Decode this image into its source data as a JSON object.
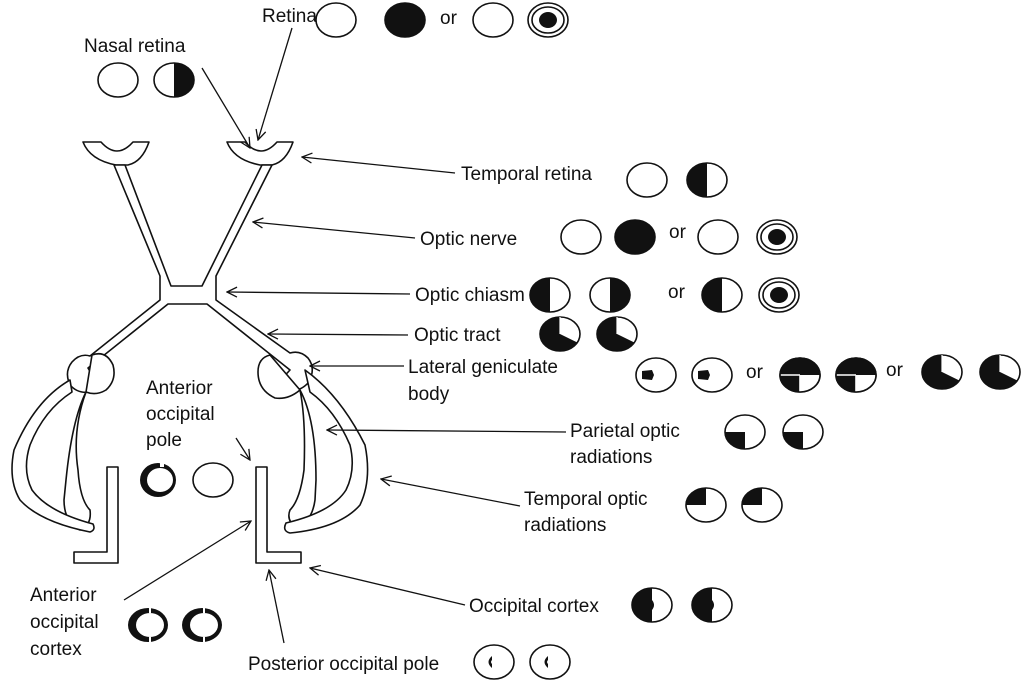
{
  "diagram": {
    "title": "Visual pathway lesions and corresponding visual field defects",
    "connector_word": "or",
    "labels": {
      "retina": "Retina",
      "nasal_retina": "Nasal retina",
      "temporal_retina": "Temporal retina",
      "optic_nerve": "Optic nerve",
      "optic_chiasm": "Optic chiasm",
      "optic_tract": "Optic tract",
      "lgb_1": "Lateral geniculate",
      "lgb_2": "body",
      "anterior_pole_1": "Anterior",
      "anterior_pole_2": "occipital",
      "anterior_pole_3": "pole",
      "parietal_1": "Parietal optic",
      "parietal_2": "radiations",
      "temporal_rad_1": "Temporal optic",
      "temporal_rad_2": "radiations",
      "anterior_cortex_1": "Anterior",
      "anterior_cortex_2": "occipital",
      "anterior_cortex_3": "cortex",
      "occipital_cortex": "Occipital cortex",
      "posterior_pole": "Posterior occipital pole"
    },
    "field_defects": [
      {
        "site": "Retina",
        "options": [
          [
            "normal",
            "total-loss"
          ],
          [
            "normal",
            "central-scotoma"
          ]
        ]
      },
      {
        "site": "Nasal retina",
        "options": [
          [
            "normal",
            "temporal-hemianopia-right"
          ]
        ]
      },
      {
        "site": "Temporal retina",
        "options": [
          [
            "normal",
            "nasal-hemianopia-left"
          ]
        ]
      },
      {
        "site": "Optic nerve",
        "options": [
          [
            "normal",
            "total-loss"
          ],
          [
            "normal",
            "central-scotoma"
          ]
        ]
      },
      {
        "site": "Optic chiasm",
        "options": [
          [
            "bitemporal-left",
            "bitemporal-right"
          ],
          [
            "left-half",
            "central-scotoma"
          ]
        ]
      },
      {
        "site": "Optic tract",
        "options": [
          [
            "incongruous-homonymous",
            "incongruous-homonymous"
          ]
        ]
      },
      {
        "site": "Lateral geniculate body",
        "options": [
          [
            "wedge",
            "wedge"
          ],
          [
            "quadrant-sectors",
            "quadrant-sectors"
          ],
          [
            "incongruous-homonymous",
            "incongruous-homonymous"
          ]
        ]
      },
      {
        "site": "Parietal optic radiations",
        "options": [
          [
            "inferior-quadrantanopia",
            "inferior-quadrantanopia"
          ]
        ]
      },
      {
        "site": "Temporal optic radiations",
        "options": [
          [
            "superior-quadrantanopia",
            "superior-quadrantanopia"
          ]
        ]
      },
      {
        "site": "Anterior occipital pole",
        "options": [
          [
            "temporal-crescent",
            "normal"
          ]
        ]
      },
      {
        "site": "Anterior occipital cortex",
        "options": [
          [
            "ring-macular-sparing",
            "ring-macular-sparing"
          ]
        ]
      },
      {
        "site": "Occipital cortex",
        "options": [
          [
            "homonymous-macular-sparing",
            "homonymous-macular-sparing"
          ]
        ]
      },
      {
        "site": "Posterior occipital pole",
        "options": [
          [
            "central-homonymous-scotoma",
            "central-homonymous-scotoma"
          ]
        ]
      }
    ]
  }
}
